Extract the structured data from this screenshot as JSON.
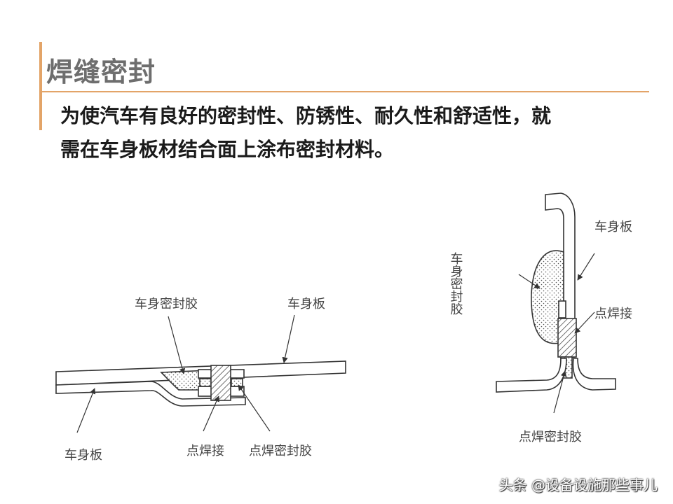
{
  "title": "焊缝密封",
  "body": {
    "line1": "为使汽车有良好的密封性、防锈性、耐久性和舒适性，就",
    "line2": "需在车身板材结合面上涂布密封材料。"
  },
  "diagram_left": {
    "label_sealant": "车身密封胶",
    "label_panel_top": "车身板",
    "label_panel_bottom": "车身板",
    "label_spot_weld": "点焊接",
    "label_spot_weld_sealant": "点焊密封胶"
  },
  "diagram_right": {
    "label_sealant": "车身密封胶",
    "label_panel": "车身板",
    "label_spot_weld": "点焊接",
    "label_spot_weld_sealant": "点焊密封胶"
  },
  "watermark": "头条 @设备设施那些事儿",
  "colors": {
    "accent": "#e3a468",
    "title": "#6e6e6e",
    "line": "#333333"
  }
}
